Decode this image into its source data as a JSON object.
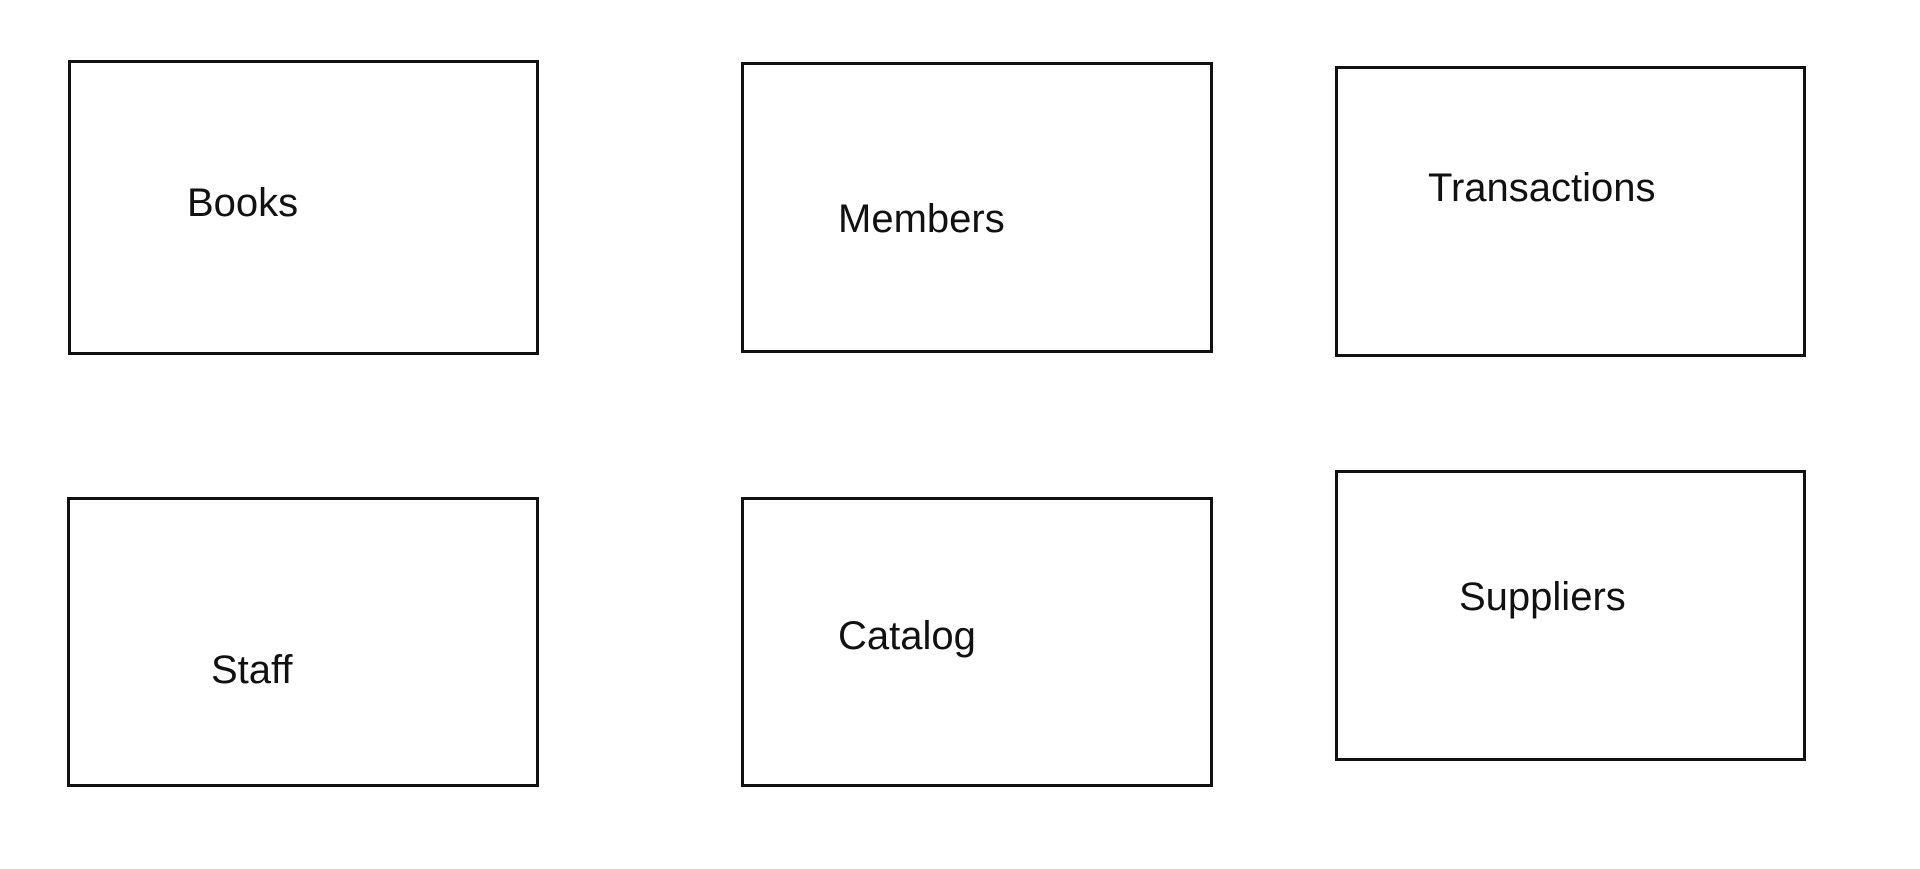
{
  "diagram": {
    "entities": [
      {
        "id": "books",
        "label": "Books"
      },
      {
        "id": "members",
        "label": "Members"
      },
      {
        "id": "transactions",
        "label": "Transactions"
      },
      {
        "id": "staff",
        "label": "Staff"
      },
      {
        "id": "catalog",
        "label": "Catalog"
      },
      {
        "id": "suppliers",
        "label": "Suppliers"
      }
    ],
    "colors": {
      "stroke": "#111111",
      "fill": "#ffffff",
      "text": "#111111"
    }
  }
}
